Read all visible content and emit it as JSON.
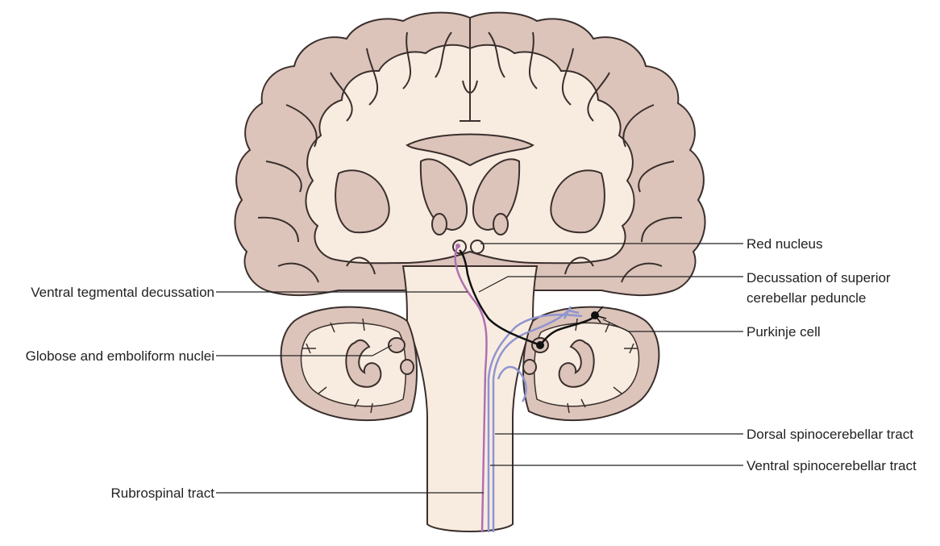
{
  "labels": {
    "red_nucleus": "Red nucleus",
    "decussation_sup_line1": "Decussation of superior",
    "decussation_sup_line2": "cerebellar peduncle",
    "purkinje": "Purkinje cell",
    "dorsal_sct": "Dorsal spinocerebellar tract",
    "ventral_sct": "Ventral spinocerebellar tract",
    "ventral_tegmental": "Ventral tegmental decussation",
    "globose": "Globose and emboliform nuclei",
    "rubrospinal": "Rubrospinal tract"
  },
  "colors": {
    "tissue_fill": "#dcc4bb",
    "white_matter": "#f8ece1",
    "outline": "#3a2f2c",
    "rubrospinal": "#b070b0",
    "spinocerebellar": "#8f95cf",
    "pathway": "#111111"
  }
}
